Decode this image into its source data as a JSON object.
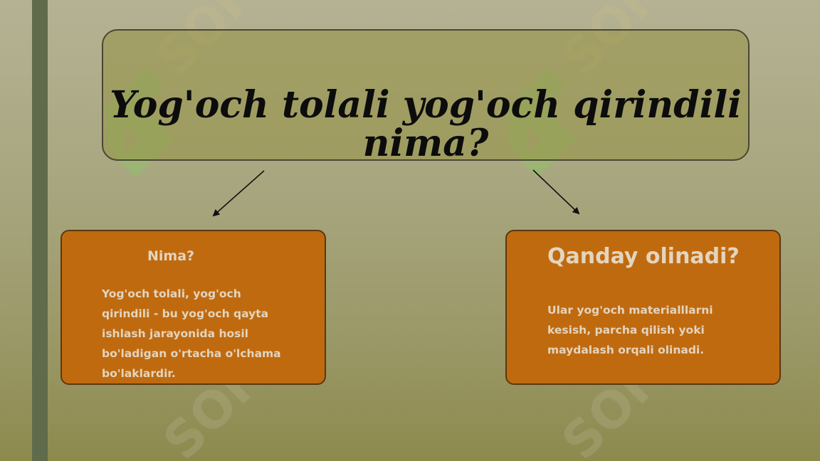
{
  "title": "Yog'och tolali yog'och qirindili nima?",
  "left_card": {
    "heading": "Nima?",
    "text": "Yog'och tolali, yog'och qirindili - bu yog'och qayta ishlash jarayonida hosil bo'ladigan o'rtacha o'lchama bo'laklardir."
  },
  "right_card": {
    "heading": "Qanday olinadi?",
    "text": "Ular yog'och materialllarni kesish, parcha qilish yoki maydalash orqali olinadi."
  },
  "colors": {
    "card_fill": "#c06a10",
    "side_bar": "#5f6b4a",
    "title_box_fill": "#9b9650"
  }
}
